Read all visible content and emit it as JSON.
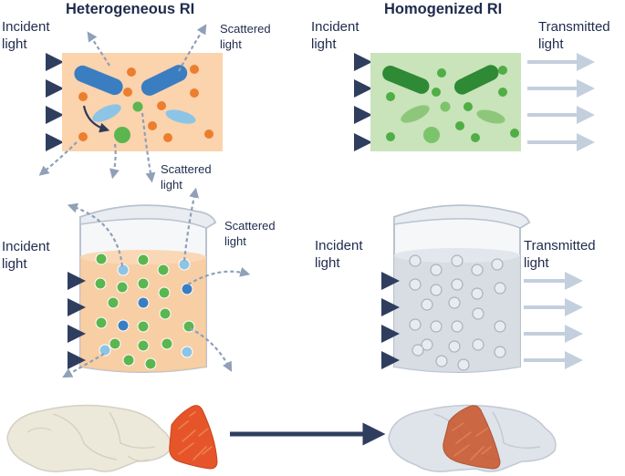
{
  "panels": {
    "heterogeneous": {
      "title": "Heterogeneous RI",
      "incident_label_top": [
        "Incident",
        "light"
      ],
      "scattered_label_a": [
        "Scattered",
        "light"
      ],
      "scattered_label_b": [
        "Scattered",
        "light"
      ],
      "incident_label_beaker": [
        "Incident",
        "light"
      ],
      "scattered_label_beaker": [
        "Scattered",
        "light"
      ]
    },
    "homogenized": {
      "title": "Homogenized RI",
      "incident_label_top": [
        "Incident",
        "light"
      ],
      "transmitted_label_top": [
        "Transmitted",
        "light"
      ],
      "incident_label_beaker": [
        "Incident",
        "light"
      ],
      "transmitted_label_beaker": [
        "Transmitted",
        "light"
      ]
    }
  },
  "colors": {
    "navy": "#2f3e5f",
    "dashed_arrow": "#8fa0b8",
    "pale_arrow": "#c3cfdd",
    "het_bg": "#fbd3ad",
    "hom_bg": "#c9e3bb",
    "blue_particle": "#3a7ec1",
    "light_blue_particle": "#8cc4e6",
    "orange_particle": "#ec7e2f",
    "green_particle": "#5bb64f",
    "dark_green_particle": "#2e8a34",
    "het_liquid": "#f8c99b",
    "hom_liquid": "#d6dbe3",
    "tissue": "#e6552a",
    "brain_opaque": "#ece9db",
    "brain_clear": "#dfe3ea"
  }
}
